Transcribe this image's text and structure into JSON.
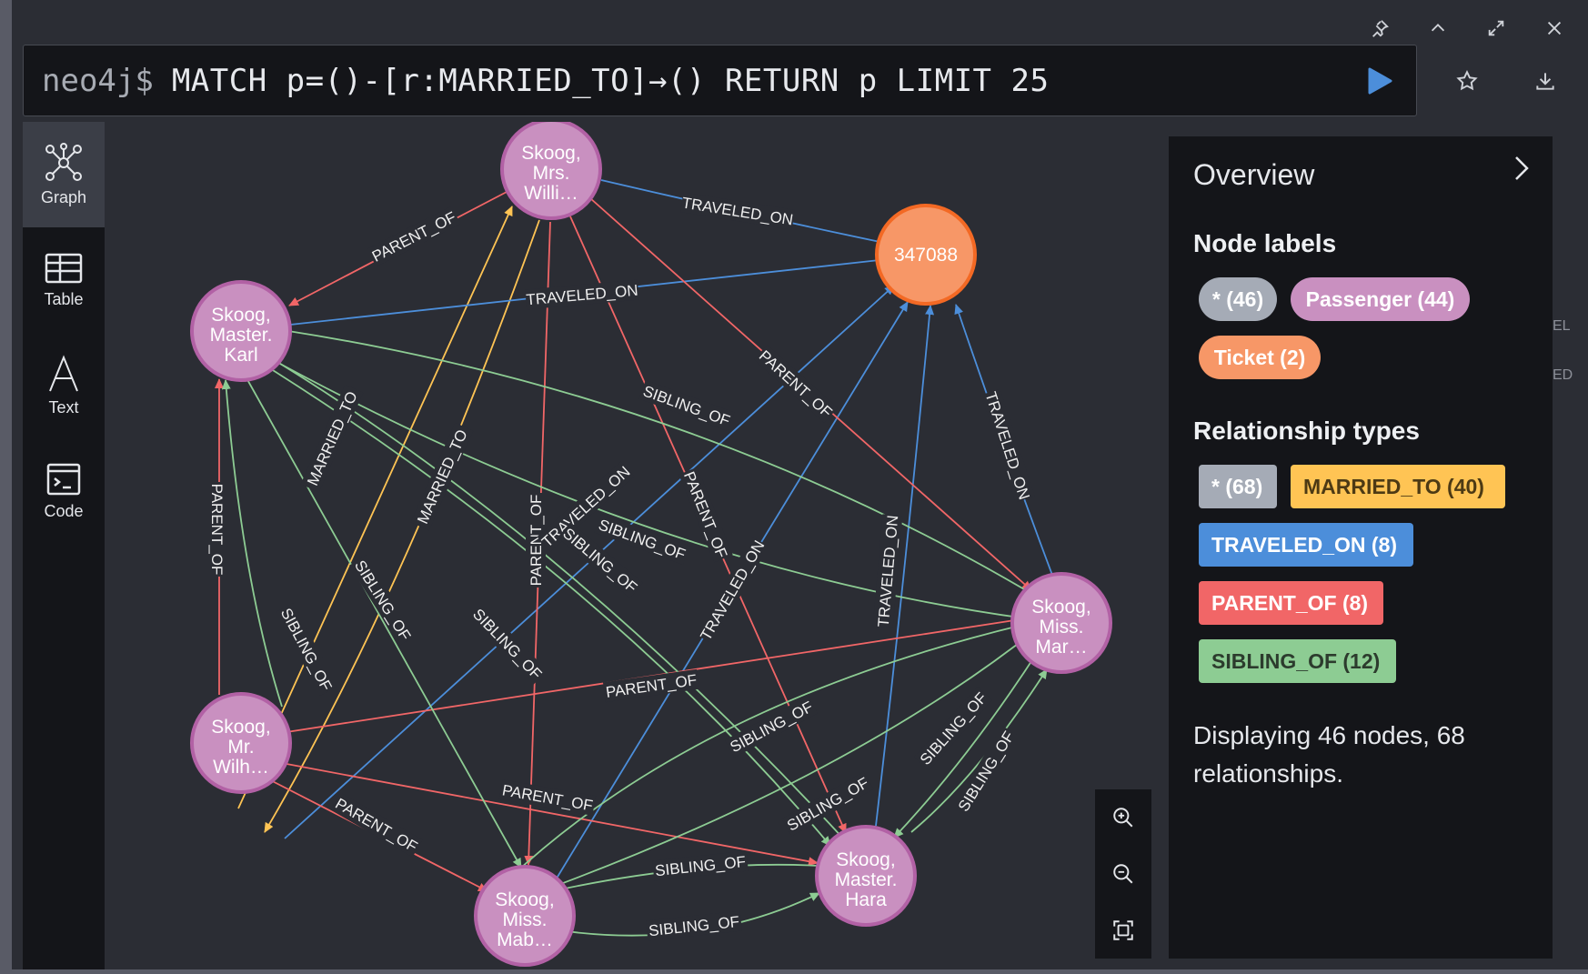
{
  "editor": {
    "prompt": "neo4j$",
    "query": "MATCH p=()-[r:MARRIED_TO]→() RETURN p LIMIT 25"
  },
  "top_actions": [
    "pin-icon",
    "chevron-up-icon",
    "expand-icon",
    "close-icon"
  ],
  "side_actions": [
    "star-icon",
    "download-icon"
  ],
  "nav": {
    "graph": "Graph",
    "table": "Table",
    "text": "Text",
    "code": "Code"
  },
  "colors": {
    "passenger": "#c990c0",
    "passenger_border": "#b261a5",
    "ticket": "#f79767",
    "ticket_border": "#f36924",
    "married_to": "#ffc454",
    "traveled_on": "#4c8eda",
    "parent_of": "#f16667",
    "sibling_of": "#8dcc93",
    "star_chip": "#a5abb6"
  },
  "graph": {
    "nodes": [
      {
        "id": "mrs",
        "label": [
          "Skoog,",
          "Mrs.",
          "Willi…"
        ],
        "type": "passenger"
      },
      {
        "id": "karl",
        "label": [
          "Skoog,",
          "Master.",
          "Karl"
        ],
        "type": "passenger"
      },
      {
        "id": "ticket",
        "label": [
          "347088"
        ],
        "type": "ticket"
      },
      {
        "id": "mar",
        "label": [
          "Skoog,",
          "Miss.",
          "Mar…"
        ],
        "type": "passenger"
      },
      {
        "id": "wilh",
        "label": [
          "Skoog,",
          "Mr.",
          "Wilh…"
        ],
        "type": "passenger"
      },
      {
        "id": "hara",
        "label": [
          "Skoog,",
          "Master.",
          "Hara"
        ],
        "type": "passenger"
      },
      {
        "id": "mab",
        "label": [
          "Skoog,",
          "Miss.",
          "Mab…"
        ],
        "type": "passenger"
      }
    ],
    "edge_labels": {
      "married_to": "MARRIED_TO",
      "traveled_on": "TRAVELED_ON",
      "parent_of": "PARENT_OF",
      "sibling_of": "SIBLING_OF"
    }
  },
  "panel": {
    "title": "Overview",
    "node_labels_heading": "Node labels",
    "node_labels": [
      {
        "text": "* (46)"
      },
      {
        "text": "Passenger (44)"
      },
      {
        "text": "Ticket (2)"
      }
    ],
    "rel_types_heading": "Relationship types",
    "rel_types": [
      {
        "text": "* (68)"
      },
      {
        "text": "MARRIED_TO (40)"
      },
      {
        "text": "TRAVELED_ON (8)"
      },
      {
        "text": "PARENT_OF (8)"
      },
      {
        "text": "SIBLING_OF (12)"
      }
    ],
    "summary": "Displaying 46 nodes, 68 relationships."
  },
  "behind_text": [
    "EL",
    "ED"
  ]
}
